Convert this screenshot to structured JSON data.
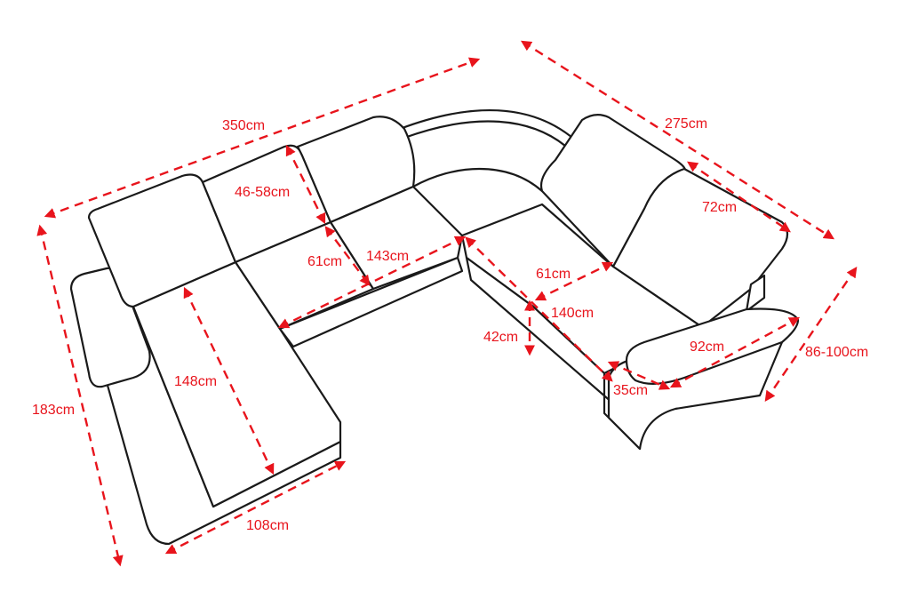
{
  "title": "Corner sofa dimensions",
  "accent_color": "#e8141c",
  "dimensions": {
    "total_width": "350cm",
    "right_depth": "275cm",
    "chaise_length": "183cm",
    "back_height": "46-58cm",
    "left_seat_depth": "61cm",
    "middle_width": "143cm",
    "chaise_seat_length": "148cm",
    "chaise_width": "108cm",
    "right_seat_depth": "61cm",
    "right_seat_width": "140cm",
    "seat_height": "42cm",
    "armrest_width": "35cm",
    "armrest_length": "92cm",
    "headrest_width": "72cm",
    "total_height": "86-100cm"
  }
}
